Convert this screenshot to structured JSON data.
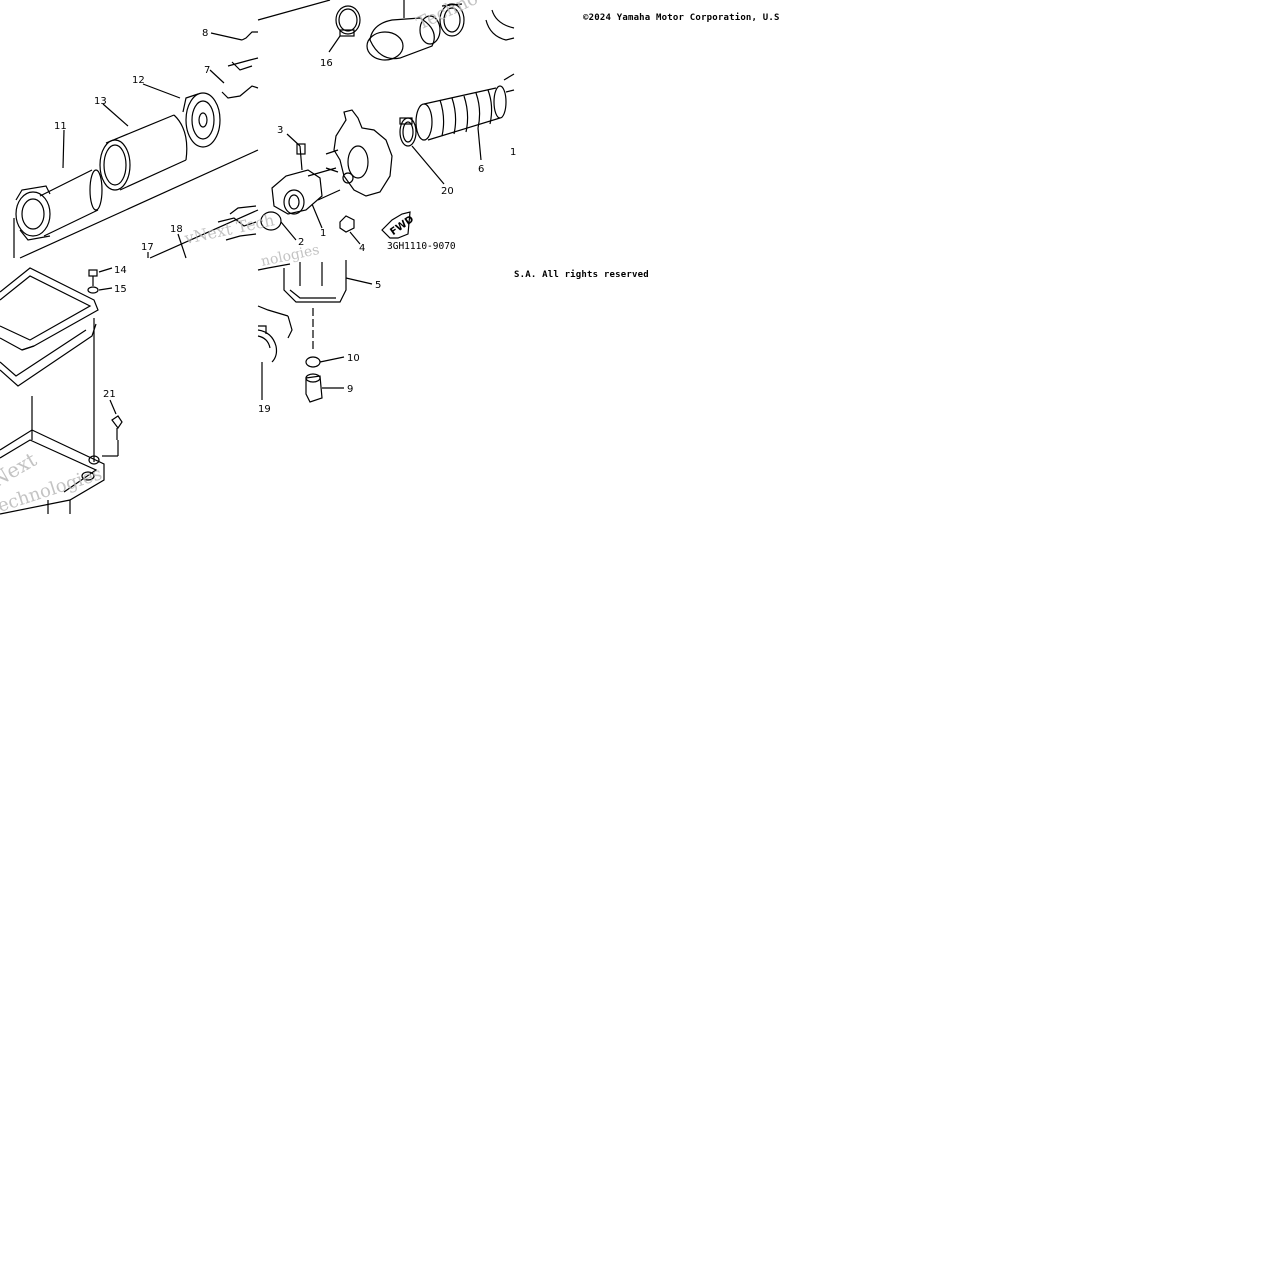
{
  "copyright": {
    "line1": "©2024 Yamaha Motor Corporation, U.S",
    "line2": "S.A. All rights reserved"
  },
  "diagram": {
    "part_code": "3GH1110-9070",
    "fwd_label": "FWD",
    "watermark": "vNext Technologies",
    "callouts": {
      "c1": "1",
      "c2": "2",
      "c3": "3",
      "c4": "4",
      "c5": "5",
      "c6": "6",
      "c7": "7",
      "c8": "8",
      "c9": "9",
      "c10": "10",
      "c11": "11",
      "c12": "12",
      "c13": "13",
      "c14": "14",
      "c15": "15",
      "c16": "16",
      "c17": "17",
      "c18": "18",
      "c19": "19",
      "c20": "20",
      "c21": "21",
      "c1b": "1"
    }
  }
}
